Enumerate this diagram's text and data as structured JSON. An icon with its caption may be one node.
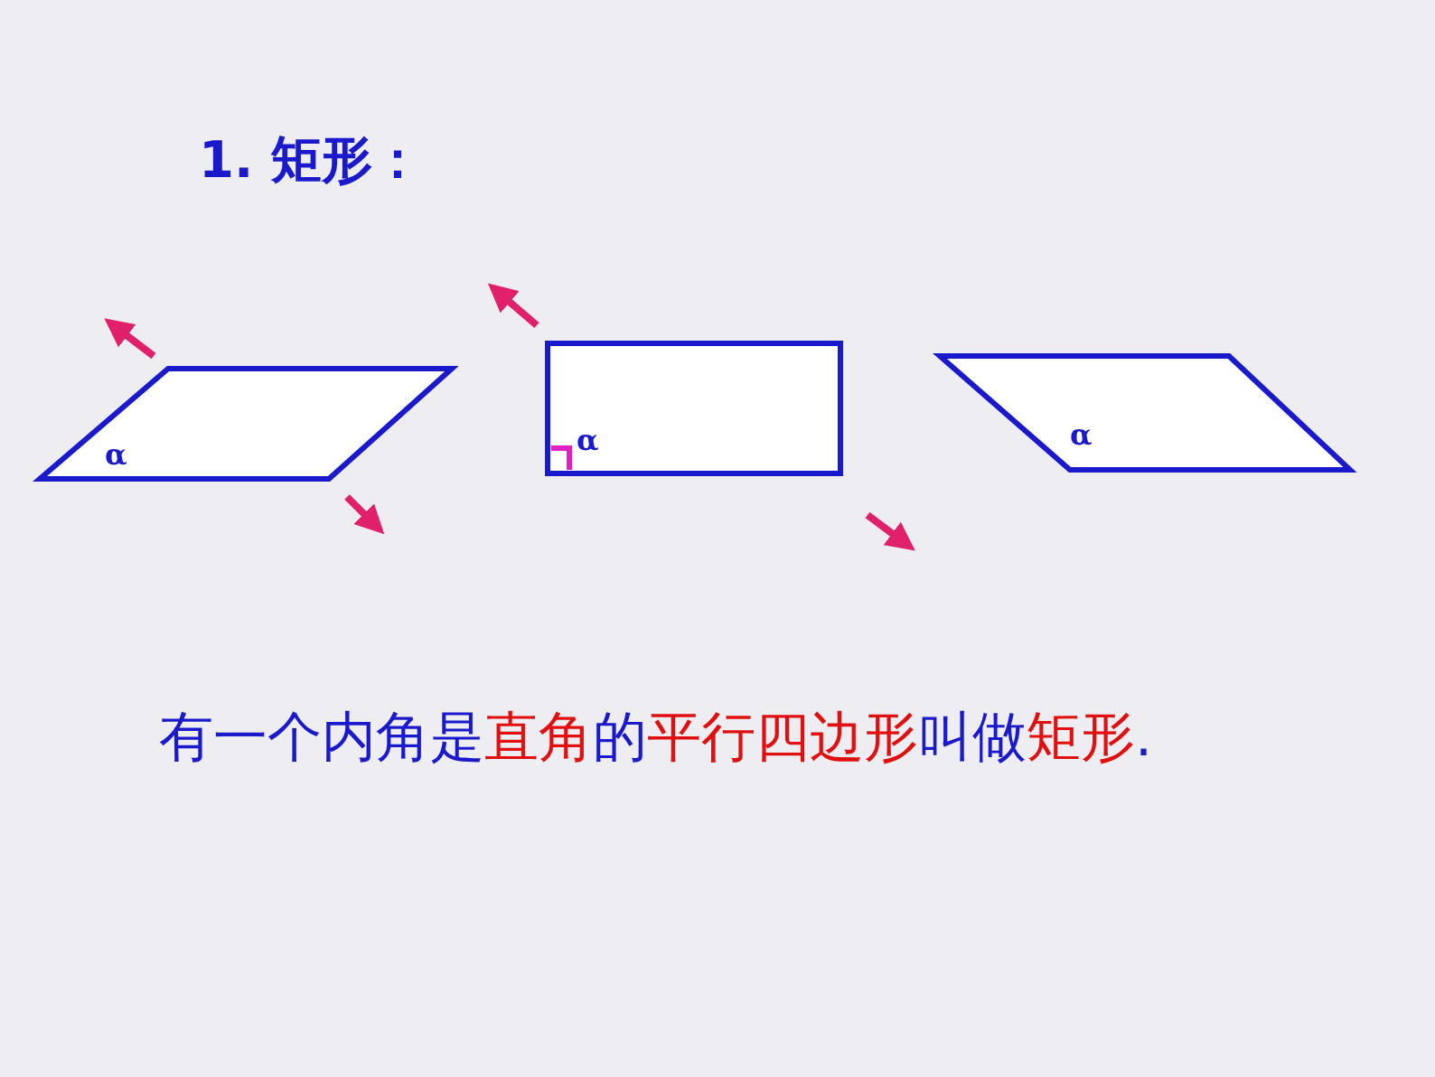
{
  "diagram": {
    "nodes": [
      {
        "text": [
          "α"
        ]
      },
      {
        "text": [
          "α"
        ]
      },
      {
        "text": [
          "α"
        ]
      }
    ],
    "edges": [],
    "labels": [
      "1. 矩形：",
      "有一个内角是**直角**的**平行四边形**叫做**矩形**."
    ]
  }
}
